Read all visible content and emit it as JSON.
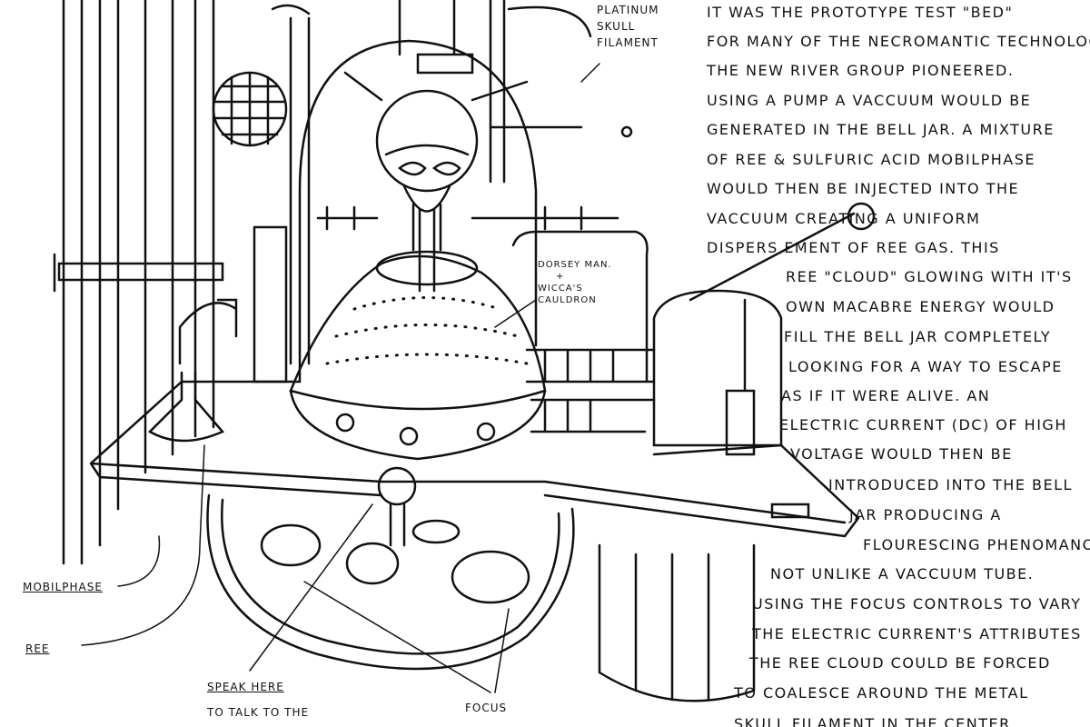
{
  "labels": {
    "platinum": [
      "Platinum",
      "Skull",
      "Filament"
    ],
    "cauldron": [
      "Dorsey Man.",
      "+",
      "Wicca's",
      "Cauldron"
    ],
    "mobilphase": "Mobilphase",
    "ree": "REE",
    "speak_here": "Speak Here",
    "speak_sub": "To talk to the",
    "focus": "Focus"
  },
  "description_lines": [
    "It was the prototype test \"Bed\"",
    "for many of the Necromantic technologies",
    "the New River Group pioneered.",
    "Using a pump a vaccuum would be",
    "generated in the bell jar. A mixture",
    "of REE & sulfuric acid mobilphase",
    "would then be injected into the",
    "vaccuum          creating a uniform",
    "Dispers      ement of REE gas. This",
    "REE \"cloud\" glowing with it's",
    "own macabre energy would",
    "fill the bell jar completely",
    "looking for a way to escape",
    "as if it were alive. An",
    "electric current (DC) of high",
    "voltage would then be",
    "introduced into the bell",
    "jar producing a",
    "flourescing phenomanon",
    "not unlike a vaccuum tube.",
    "Using the focus controls to vary",
    "the electric current's attributes",
    "the REE cloud could be forced",
    "to coalesce around the metal",
    "skull filament in the center"
  ]
}
